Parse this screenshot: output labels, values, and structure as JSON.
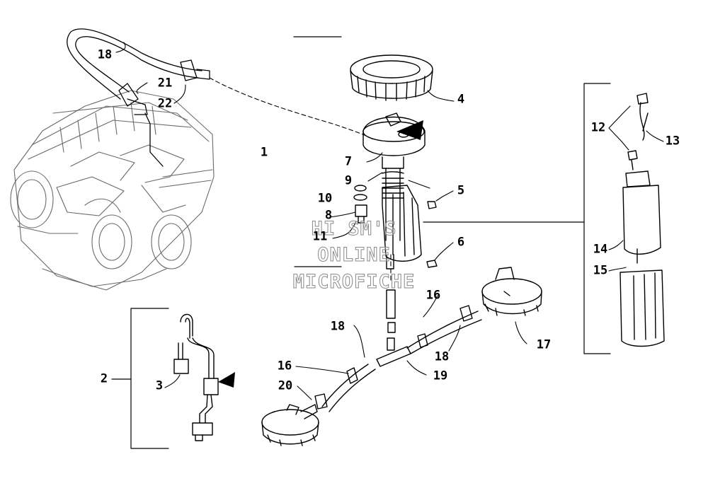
{
  "callouts": {
    "c1": "1",
    "c2": "2",
    "c3": "3",
    "c4": "4",
    "c5": "5",
    "c6": "6",
    "c7": "7",
    "c8": "8",
    "c9": "9",
    "c10": "10",
    "c11": "11",
    "c12": "12",
    "c13": "13",
    "c14": "14",
    "c15": "15",
    "c16a": "16",
    "c16b": "16",
    "c17": "17",
    "c18a": "18",
    "c18b": "18",
    "c18c": "18",
    "c19": "19",
    "c20": "20",
    "c21": "21",
    "c22": "22"
  },
  "watermark": {
    "line1": "HI SM'S",
    "line2": "ONLINE",
    "line3": "MICROFICHE"
  }
}
